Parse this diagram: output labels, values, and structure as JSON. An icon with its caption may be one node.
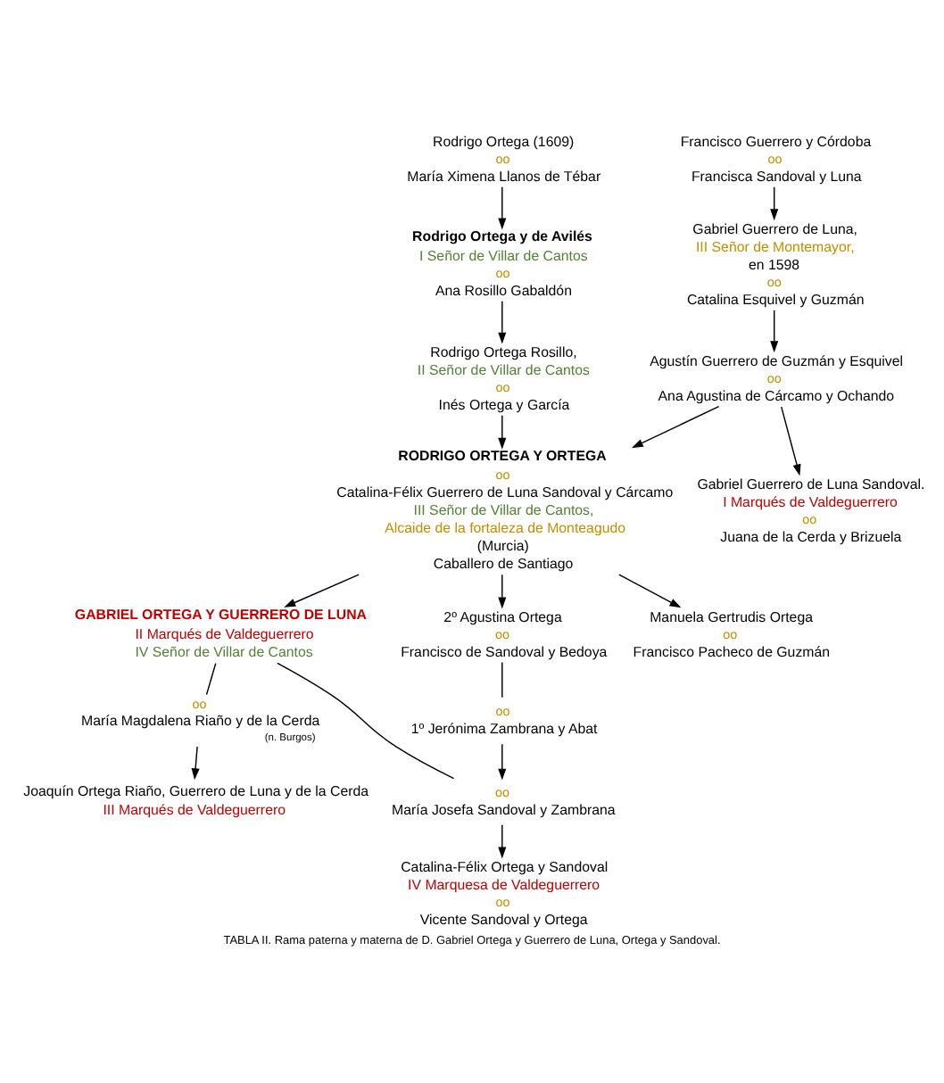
{
  "diagram": {
    "caption": "TABLA II. Rama paterna y materna de D. Gabriel Ortega y Guerrero de Luna, Ortega y Sandoval.",
    "nodes": [
      {
        "text": [
          "Rodrigo Ortega (1609)",
          "oo",
          "María Ximena Llanos de Tébar"
        ]
      },
      {
        "text": [
          "Rodrigo Ortega y de Avilés",
          "I Señor de Villar de Cantos",
          "oo",
          "Ana Rosillo Gabaldón"
        ]
      },
      {
        "text": [
          "Rodrigo Ortega Rosillo,",
          "II Señor de Villar de Cantos",
          "oo",
          "Inés Ortega y García"
        ]
      },
      {
        "text": [
          "Francisco Guerrero y Córdoba",
          "oo",
          "Francisca Sandoval y Luna"
        ]
      },
      {
        "text": [
          "Gabriel Guerrero de Luna,",
          "III Señor de Montemayor,",
          "en 1598",
          "oo",
          "Catalina Esquivel y Guzmán"
        ]
      },
      {
        "text": [
          "Agustín Guerrero de Guzmán y Esquivel",
          "oo",
          "Ana Agustina de Cárcamo y Ochando"
        ]
      },
      {
        "text": [
          "RODRIGO ORTEGA Y ORTEGA",
          "oo",
          "Catalina-Félix Guerrero de Luna Sandoval y Cárcamo",
          "III Señor de Villar de Cantos,",
          "Alcaide de la fortaleza de Monteagudo",
          "(Murcia)",
          "Caballero de Santiago"
        ]
      },
      {
        "text": [
          "Gabriel Guerrero de Luna Sandoval.",
          "I Marqués de Valdeguerrero",
          "oo",
          "Juana de la Cerda y Brizuela"
        ]
      },
      {
        "text": [
          "GABRIEL ORTEGA Y GUERRERO DE LUNA",
          "II Marqués de Valdeguerrero",
          "IV Señor de Villar de Cantos"
        ]
      },
      {
        "text": [
          "2º Agustina Ortega",
          "oo",
          "Francisco de Sandoval y Bedoya"
        ]
      },
      {
        "text": [
          "Manuela Gertrudis Ortega",
          "oo",
          "Francisco Pacheco de Guzmán"
        ]
      },
      {
        "text": [
          "oo",
          "1º Jerónima Zambrana y Abat"
        ]
      },
      {
        "text": [
          "oo",
          "María Josefa Sandoval y Zambrana"
        ]
      },
      {
        "text": [
          "oo",
          "María Magdalena Riaño y de la Cerda"
        ],
        "beside": [
          "(n. Burgos)"
        ]
      },
      {
        "text": [
          "Joaquín Ortega Riaño, Guerrero de Luna y de la Cerda",
          "III Marqués de Valdeguerrero"
        ]
      },
      {
        "text": [
          "Catalina-Félix Ortega y Sandoval",
          "IV Marquesa de Valdeguerrero",
          "oo",
          "Vicente Sandoval y Ortega"
        ]
      }
    ],
    "edges": [
      {
        "from": 0,
        "to": 1,
        "arrow": "to"
      },
      {
        "from": 1,
        "to": 2,
        "arrow": "to"
      },
      {
        "from": 2,
        "to": 6,
        "arrow": "to"
      },
      {
        "from": 3,
        "to": 4,
        "arrow": "to"
      },
      {
        "from": 4,
        "to": 5,
        "arrow": "to"
      },
      {
        "from": 5,
        "to": 6,
        "arrow": "to"
      },
      {
        "from": 5,
        "to": 7,
        "arrow": "to"
      },
      {
        "from": 6,
        "to": 8,
        "arrow": "to"
      },
      {
        "from": 6,
        "to": 9,
        "arrow": "to"
      },
      {
        "from": 6,
        "to": 10,
        "arrow": "to"
      },
      {
        "from": 9,
        "to": 11,
        "arrow": "none"
      },
      {
        "from": 11,
        "to": 12,
        "arrow": "to"
      },
      {
        "from": 8,
        "to": 12,
        "arrow": "none"
      },
      {
        "from": 8,
        "to": 13,
        "arrow": "none"
      },
      {
        "from": 13,
        "to": 14,
        "arrow": "to"
      },
      {
        "from": 12,
        "to": 15,
        "arrow": "to"
      }
    ]
  }
}
